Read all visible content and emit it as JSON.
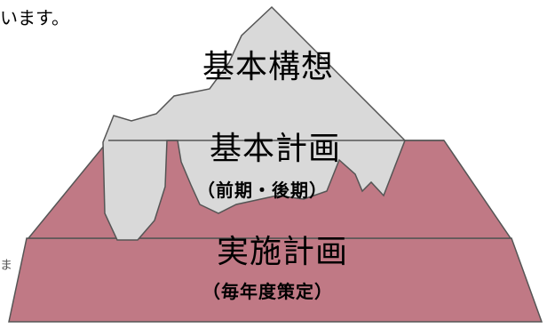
{
  "intro_fragment": "います。",
  "edge_fragment": "ま",
  "layers": {
    "top": {
      "title": "基本構想"
    },
    "middle": {
      "title": "基本計画",
      "subtitle": "（前期・後期）"
    },
    "bottom": {
      "title": "実施計画",
      "subtitle": "（毎年度策定）"
    }
  },
  "colors": {
    "pyramid_fill": "#c07985",
    "iceberg_fill": "#d9d9d9",
    "outline": "#555555"
  }
}
